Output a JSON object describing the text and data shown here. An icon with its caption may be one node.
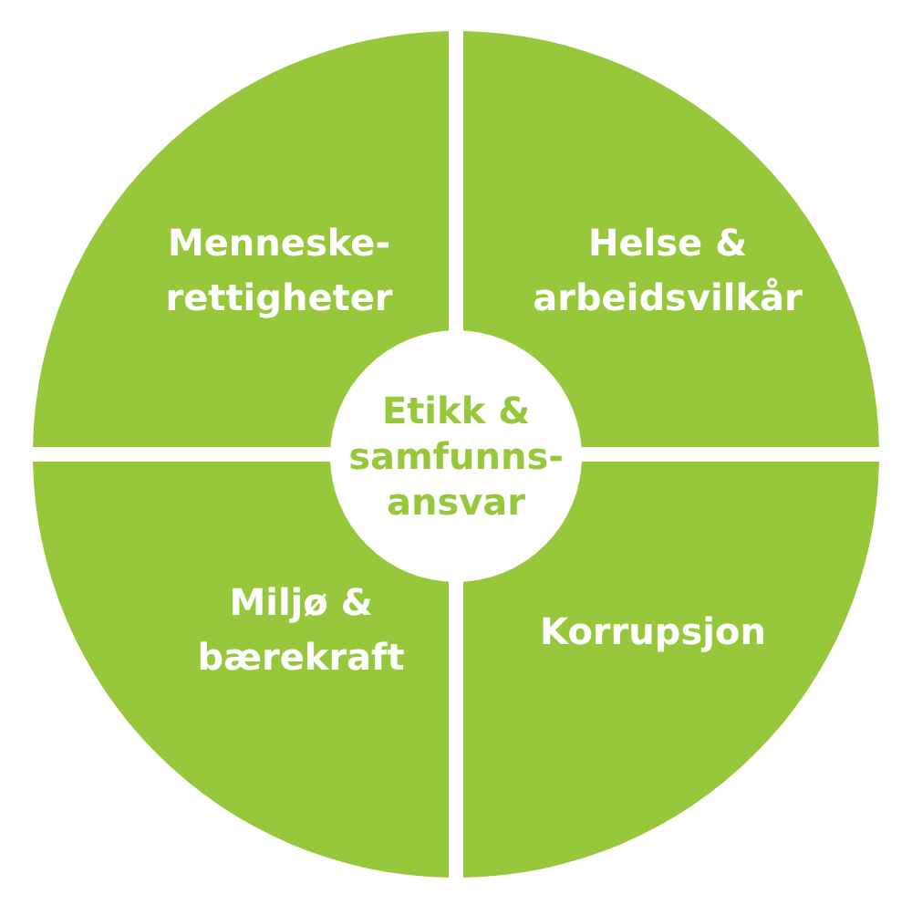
{
  "diagram": {
    "nodes": [
      {
        "text": [
          "Menneske- rettigheter"
        ]
      },
      {
        "text": [
          "Helse & arbeidsvilkår"
        ]
      },
      {
        "text": [
          "Etikk & samfunns- ansvar"
        ]
      },
      {
        "text": [
          "Miljø & bærekraft"
        ]
      },
      {
        "text": [
          "Korrupsjon"
        ]
      }
    ]
  }
}
